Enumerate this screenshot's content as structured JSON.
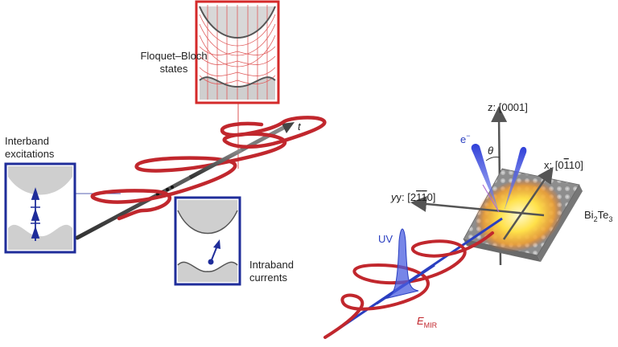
{
  "labels": {
    "floquet_line1": "Floquet–Bloch",
    "floquet_line2": "states",
    "interband_line1": "Interband",
    "interband_line2": "excitations",
    "intraband_line1": "Intraband",
    "intraband_line2": "currents",
    "time_axis": "t",
    "z_axis": "z: [0001]",
    "x_axis_prefix": "x: [0",
    "x_axis_bar1": "1",
    "x_axis_digits": "10]",
    "y_axis_prefix": "y: [2",
    "y_axis_bar1": "1",
    "y_axis_bar2": "1",
    "y_axis_digits": "0]",
    "electron": "e",
    "electron_sup": "−",
    "theta": "θ",
    "material_base": "Bi",
    "material_sub1": "2",
    "material_mid": "Te",
    "material_sub2": "3",
    "uv": "UV",
    "field_base": "E",
    "field_sub": "MIR"
  },
  "colors": {
    "wave_red": "#c1272d",
    "frame_red": "#d42a2a",
    "frame_blue": "#1f2d9a",
    "beam_blue": "#2a3fc0",
    "axis_gray": "#555555",
    "band_gray": "#c8c8c8"
  }
}
